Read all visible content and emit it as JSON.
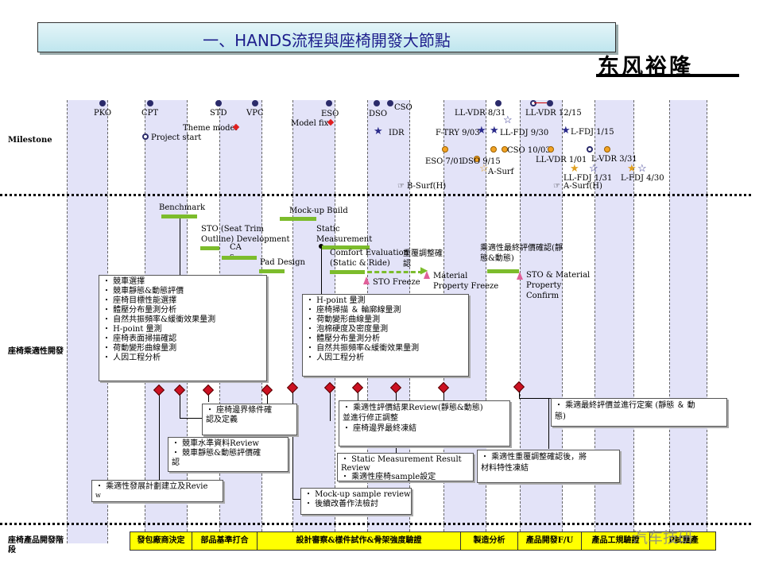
{
  "title": "一、HANDS流程與座椅開發大節點",
  "brand": "东风裕隆",
  "watermark": "汽车技研",
  "rows": {
    "milestone": "Milestone",
    "comfort": "座椅乘適性開發",
    "stage": "座椅產品開發階段"
  },
  "gates": [
    "PKO",
    "CPT",
    "STD",
    "VPC",
    "ESO",
    "DSO",
    "CSO",
    "LL-VDR 8/31",
    "LL-VDR 12/15"
  ],
  "milestones": {
    "theme_model": "Theme model",
    "project_start": "Project start",
    "model_fix": "Model fix",
    "idr": "IDR",
    "ftry": "F-TRY 9/03",
    "llfdj_930": "LL-FDJ 9/30",
    "llfdj_115": "L-FDJ 1/15",
    "cso_1003": "CSO 10/03",
    "eso_701": "ESO 7/01",
    "dso_915": "DSO 9/15",
    "asurf": "A-Surf",
    "llvdr_101": "LL-VDR 1/01",
    "lvdr_331": "L-VDR 3/31",
    "llfdj_131": "LL-FDJ 1/31",
    "lfdj_430": "L-FDJ 4/30",
    "bsurf": "B-Surf(H)",
    "asurfh": "A-Surf(H)"
  },
  "activities": {
    "benchmark": "Benchmark",
    "sto_l1": "STO (Seat Trim",
    "sto_l2": "Outline) Development",
    "ca": "CA",
    "s": "S",
    "pad": "Pad Design",
    "mockup": "Mock-up Build",
    "static_l1": "Static",
    "static_l2": "Measurement",
    "comfort_l1": "Comfort Evaluation",
    "comfort_l2": "(Static & Ride)",
    "repeat_l1": "重覆調整確",
    "repeat_l2": "認",
    "sto_freeze": "STO Freeze",
    "mat_l1": "Material",
    "mat_l2": "Property Freeze",
    "final_l1": "乘適性最終評價確認(靜",
    "final_l2": "態&動態)",
    "stomat_l1": "STO & Material",
    "stomat_l2": "Property",
    "stomat_l3": "Confirm"
  },
  "box1": [
    "・ 競車選擇",
    "・ 競車靜態&動態評價",
    "・ 座椅目標性能選擇",
    "・ 體壓分布量測分析",
    "・ 自然共振頻率&緩衝效果量測",
    "・ H-point 量測",
    "・ 座椅表面掃描確認",
    "・ 荷動變形曲線量測",
    "・ 人因工程分析"
  ],
  "box2": [
    "・ H-point 量測",
    "・ 座椅掃描 ＆ 輪廓線量測",
    "・ 荷動變形曲線量測",
    "・ 泡棉硬度及密度量測",
    "・ 體壓分布量測分析",
    "・ 自然共振頻率&緩衝效果量測",
    "・ 人因工程分析"
  ],
  "notes": {
    "boundary": [
      "・ 座椅邊界條件確",
      "認及定義"
    ],
    "competitor": [
      "・ 競車水準資料Review",
      "・ 競車靜態&動態評價確",
      "認"
    ],
    "plan": [
      "・ 乘適性發展計劃建立及Revie",
      "w"
    ],
    "mock": [
      "・ Mock-up sample review",
      "・ 後續改善作法檢討"
    ],
    "review": [
      "・ 乘適性評價結果Review(靜態&動態)",
      "並進行修正調整",
      "・ 座椅邊界最終凍結"
    ],
    "static_review": [
      "・ Static Measurement Result",
      "Review",
      "・ 乘適性座椅sample設定"
    ],
    "repeat": [
      "・ 乘適性重覆調整確認後，將",
      "材料特性凍結"
    ],
    "final": [
      "・ 乘適最終評價並進行定案 (靜態 ＆ 動",
      "態)"
    ]
  },
  "stages": [
    "發包廠商決定",
    "部品基準打合",
    "設計審察&樣件試作&骨架強度驗證",
    "製造分析",
    "產品開發F/U",
    "產品工規驗證",
    "P試量產"
  ]
}
